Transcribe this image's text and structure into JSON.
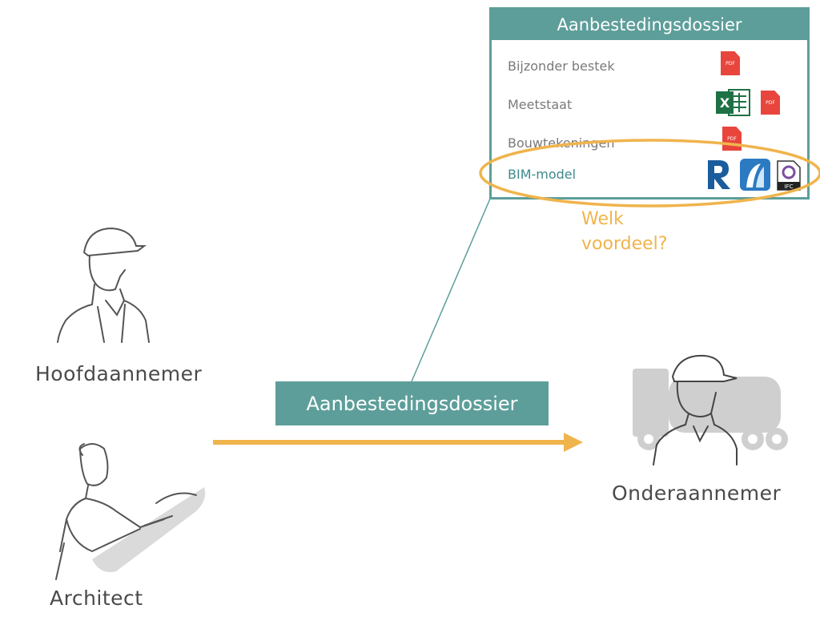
{
  "actors": {
    "hoofdaannemer": "Hoofdaannemer",
    "architect": "Architect",
    "onderaannemer": "Onderaannemer"
  },
  "center_box": {
    "label": "Aanbestedingsdossier"
  },
  "dossier_panel": {
    "title": "Aanbestedingsdossier",
    "rows": [
      {
        "label": "Bijzonder bestek",
        "files": [
          "pdf"
        ]
      },
      {
        "label": "Meetstaat",
        "files": [
          "excel",
          "pdf"
        ]
      },
      {
        "label": "Bouwtekeningen",
        "files": [
          "pdf"
        ]
      },
      {
        "label": "BIM-model",
        "files": [
          "revit",
          "archicad",
          "ifc"
        ]
      }
    ],
    "pdf_text": "PDF",
    "excel_letter": "X",
    "ifc_text": "IFC"
  },
  "question": {
    "line1": "Welk",
    "line2": "voordeel?"
  },
  "colors": {
    "teal": "#5d9e9a",
    "orange": "#f0b44c",
    "pdf_red": "#e8453c",
    "excel_green": "#1e7145"
  }
}
